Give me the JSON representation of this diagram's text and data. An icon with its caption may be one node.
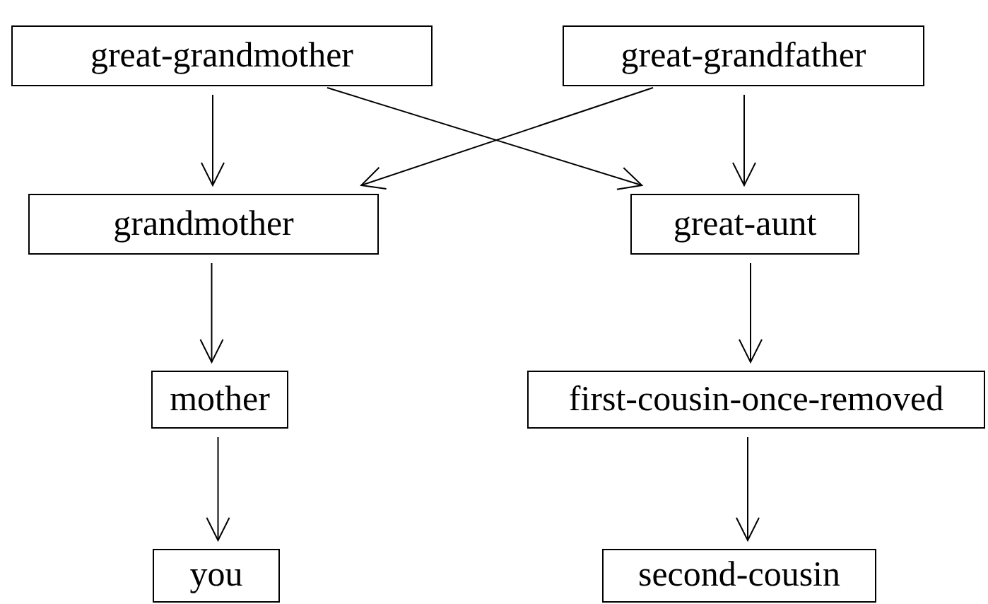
{
  "diagram": {
    "nodes": [
      {
        "text": [
          "great-grandmother"
        ]
      },
      {
        "text": [
          "great-grandfather"
        ]
      },
      {
        "text": [
          "grandmother"
        ]
      },
      {
        "text": [
          "great-aunt"
        ]
      },
      {
        "text": [
          "mother"
        ]
      },
      {
        "text": [
          "first-cousin-once-removed"
        ]
      },
      {
        "text": [
          "you"
        ]
      },
      {
        "text": [
          "second-cousin"
        ]
      }
    ],
    "edges": [
      {
        "from": 0,
        "to": 2,
        "arrow": "to"
      },
      {
        "from": 0,
        "to": 3,
        "arrow": "to"
      },
      {
        "from": 1,
        "to": 2,
        "arrow": "to"
      },
      {
        "from": 1,
        "to": 3,
        "arrow": "to"
      },
      {
        "from": 2,
        "to": 4,
        "arrow": "to"
      },
      {
        "from": 3,
        "to": 5,
        "arrow": "to"
      },
      {
        "from": 4,
        "to": 6,
        "arrow": "to"
      },
      {
        "from": 5,
        "to": 7,
        "arrow": "to"
      }
    ]
  }
}
